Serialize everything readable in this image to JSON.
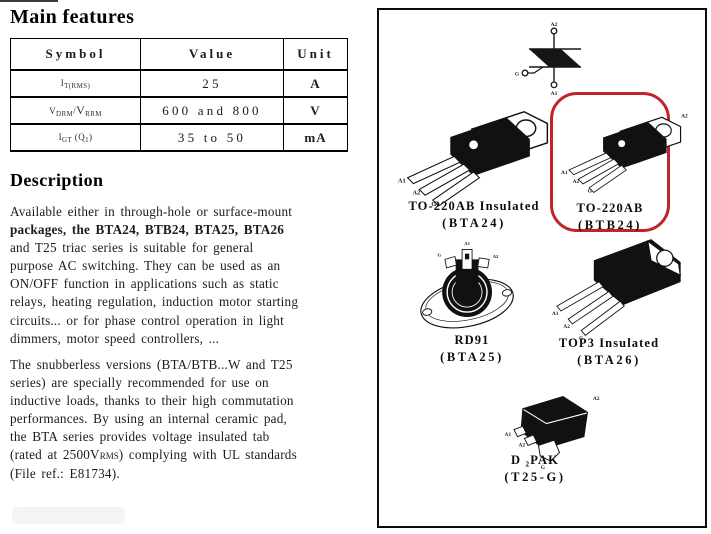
{
  "colors": {
    "highlight": "#c4222b",
    "ink": "#000000"
  },
  "left": {
    "title": "Main features",
    "table": {
      "headers": [
        "Symbol",
        "Value",
        "Unit"
      ],
      "rows": [
        {
          "symbol": [
            {
              "t": "I"
            },
            {
              "t": "T(RMS)",
              "sub": true
            }
          ],
          "value": "25",
          "unit": "A"
        },
        {
          "symbol": [
            {
              "t": "V"
            },
            {
              "t": "DRM",
              "sub": true
            },
            {
              "t": "/"
            },
            {
              "t": "V",
              "big": true
            },
            {
              "t": "RRM",
              "sub": true
            }
          ],
          "value": "600 and 800",
          "unit": "V"
        },
        {
          "symbol": [
            {
              "t": "I"
            },
            {
              "t": "GT",
              "sub": true
            },
            {
              "t": " (Q"
            },
            {
              "t": "1",
              "sub": true
            },
            {
              "t": ")"
            }
          ],
          "value": "35 to 50",
          "unit": "mA"
        }
      ]
    },
    "description_title": "Description",
    "paragraphs": [
      {
        "lines": [
          {
            "t": "Available either in through-hole or surface-mount"
          },
          {
            "t": "packages, the BTA24, BTB24, BTA25, BTA26",
            "bold": true
          },
          {
            "t": "and T25 triac series is suitable for general"
          },
          {
            "t": "purpose AC switching. They can be used as an"
          },
          {
            "t": "ON/OFF function in applications such as static"
          },
          {
            "t": "relays, heating regulation, induction motor starting"
          },
          {
            "t": "circuits... or for phase control operation in light"
          },
          {
            "t": "dimmers, motor speed controllers, ..."
          }
        ]
      },
      {
        "lines": [
          {
            "t": "The snubberless versions (BTA/BTB...W and T25"
          },
          {
            "t": "series) are specially recommended for use on"
          },
          {
            "t": "inductive loads, thanks to their high commutation"
          },
          {
            "t": "performances. By using an internal ceramic pad,"
          },
          {
            "t": "the BTA series provides voltage insulated tab"
          },
          {
            "segments": [
              {
                "t": "(rated at 2500V"
              },
              {
                "t": "RMS",
                "sub": true
              },
              {
                "t": ") complying with UL standards"
              }
            ]
          },
          {
            "t": "(File ref.: E81734)."
          }
        ]
      }
    ]
  },
  "panel": {
    "triac_symbol": {
      "top_label": "A2",
      "bottom_label": "A1",
      "gate_label": "G"
    },
    "packages": [
      {
        "name": "TO-220AB Insulated",
        "variant": "(BTA24)",
        "pins": [
          "A1",
          "A2",
          "G"
        ],
        "highlighted": false
      },
      {
        "name": "TO-220AB",
        "variant": "(BTB24)",
        "pins": [
          "A1",
          "A2",
          "G"
        ],
        "tab": "A2",
        "highlighted": true
      },
      {
        "name": "RD91",
        "variant": "(BTA25)",
        "pins": [
          "G",
          "A1",
          "A2"
        ],
        "highlighted": false
      },
      {
        "name": "TOP3 Insulated",
        "variant": "(BTA26)",
        "pins": [
          "A1",
          "A2",
          "G"
        ],
        "highlighted": false
      },
      {
        "name": "D ₂PAK",
        "variant": "(T25-G)",
        "pins": [
          "A1",
          "A2",
          "G"
        ],
        "tab": "A2",
        "highlighted": false
      }
    ]
  }
}
